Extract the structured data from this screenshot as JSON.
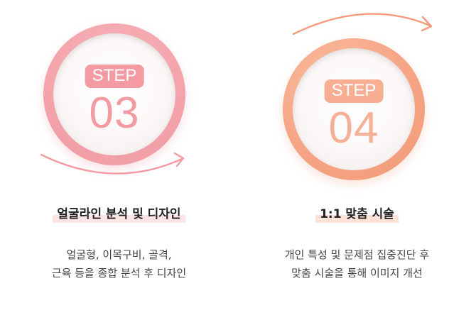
{
  "steps": [
    {
      "badge": "STEP",
      "number": "03",
      "title": "얼굴라인 분석 및 디자인",
      "desc_lines": [
        "얼굴형, 이목구비, 골격,",
        "근육 등을 종합 분석 후 디자인"
      ],
      "colors": {
        "ring": "#f4a4ab",
        "badge": "#f39aa2",
        "number": "#f39aa2",
        "highlight": "#fde5e5",
        "arrow": "#f59aa2"
      },
      "arrow_icon": "curved-arrow-right-icon"
    },
    {
      "badge": "STEP",
      "number": "04",
      "title": "1:1 맞춤 시술",
      "desc_lines": [
        "개인 특성 및 문제점 집중진단 후",
        "맞춤 시술을 통해 이미지 개선"
      ],
      "colors": {
        "ring": "#f6a585",
        "badge": "#f7ae93",
        "number": "#f6b098",
        "highlight": "#fde2d8",
        "arrow": "#f59b7c"
      },
      "arrow_icon": "curved-arrow-right-icon"
    }
  ]
}
